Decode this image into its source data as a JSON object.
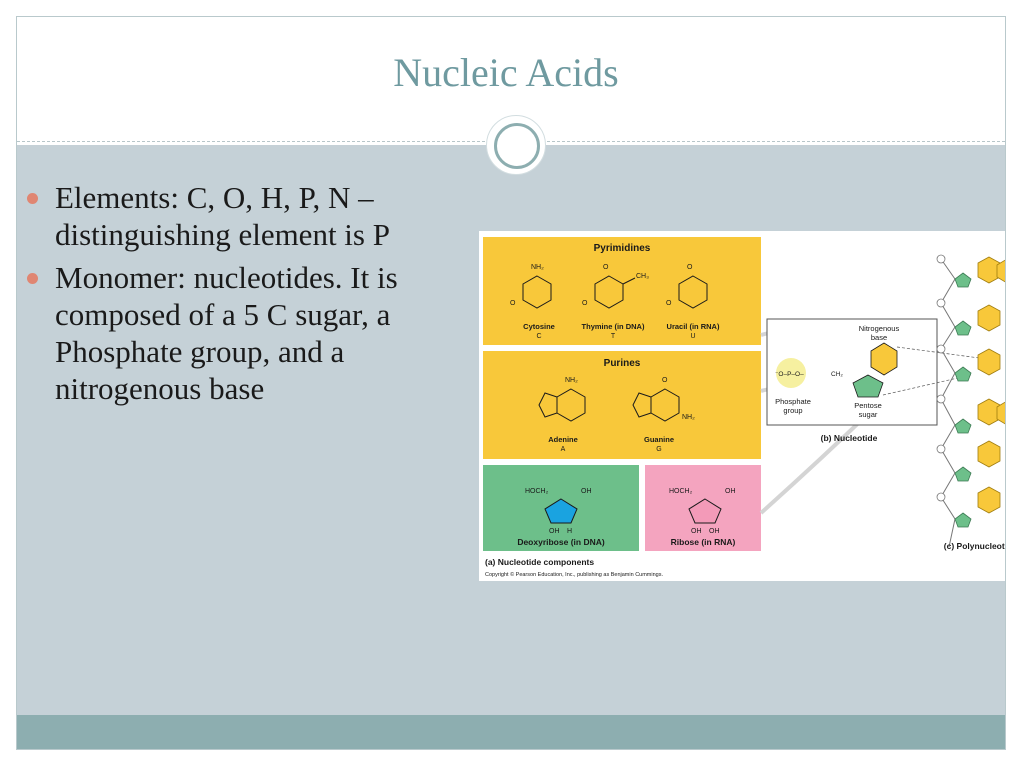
{
  "slide": {
    "title": "Nucleic Acids",
    "bullets": [
      "Elements: C, O, H, P, N – distinguishing element is P",
      "Monomer: nucleotides. It is composed of a 5 C sugar, a Phosphate group, and a nitrogenous base"
    ]
  },
  "figure": {
    "pyrimidines_title": "Pyrimidines",
    "cytosine": "Cytosine",
    "cytosine_abbr": "C",
    "thymine": "Thymine (in DNA)",
    "thymine_abbr": "T",
    "uracil": "Uracil (in RNA)",
    "uracil_abbr": "U",
    "purines_title": "Purines",
    "adenine": "Adenine",
    "adenine_abbr": "A",
    "guanine": "Guanine",
    "guanine_abbr": "G",
    "deoxyribose": "Deoxyribose (in DNA)",
    "ribose": "Ribose (in RNA)",
    "components_caption": "(a) Nucleotide components",
    "copyright": "Copyright © Pearson Education, Inc., publishing as Benjamin Cummings.",
    "nitrogenous_base_1": "Nitrogenous",
    "nitrogenous_base_2": "base",
    "phosphate_group_1": "Phosphate",
    "phosphate_group_2": "group",
    "pentose_sugar_1": "Pentose",
    "pentose_sugar_2": "sugar",
    "ch2_label": "CH₂",
    "nucleotide_caption": "(b) Nucleotide",
    "polynucleotide_caption": "(c) Polynucleotide"
  },
  "colors": {
    "base_panel": "#f8c83a",
    "sugar_panel": "#6dbf8a",
    "deoxyribose_ring": "#1aa3e0",
    "ribose_ring": "#f39ab8",
    "phosphate": "#f6f0a0",
    "accent": "#6f9aa0"
  }
}
